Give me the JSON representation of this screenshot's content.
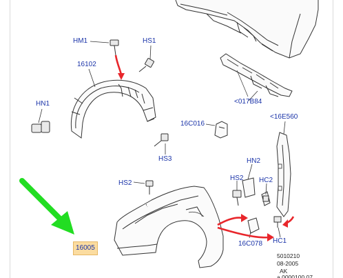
{
  "diagram": {
    "labels": {
      "hm1": "HM1",
      "hs1_top": "HS1",
      "p16102": "16102",
      "hn1": "HN1",
      "hs3": "HS3",
      "p16c016": "16C016",
      "p017b84": "<017B84",
      "p16e560": "<16E560",
      "hn2": "HN2",
      "hs2_right": "HS2",
      "hc2": "HC2",
      "hs2_left": "HS2",
      "p16005": "16005",
      "p16c078": "16C078",
      "hc1": "HC1"
    },
    "reference": {
      "code": "5010210",
      "date": "08-2005",
      "rev": "AK",
      "extra": "a 0000100 07"
    },
    "colors": {
      "label_text": "#1a33a8",
      "highlight_fill": "#fbdca0",
      "arrow_red": "#e8262b",
      "pointer_green": "#22dd22",
      "line_art": "#333333"
    }
  }
}
